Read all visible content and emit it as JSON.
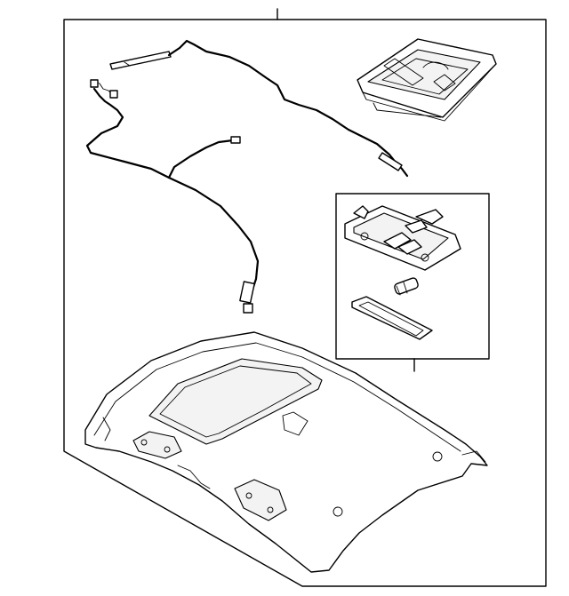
{
  "diagram": {
    "parts": [
      {
        "id": "headliner-assembly",
        "callout": ""
      },
      {
        "id": "wiring-harness",
        "callout": ""
      },
      {
        "id": "sunglass-holder",
        "callout": ""
      },
      {
        "id": "dome-lamp-assembly",
        "callout": ""
      }
    ]
  }
}
